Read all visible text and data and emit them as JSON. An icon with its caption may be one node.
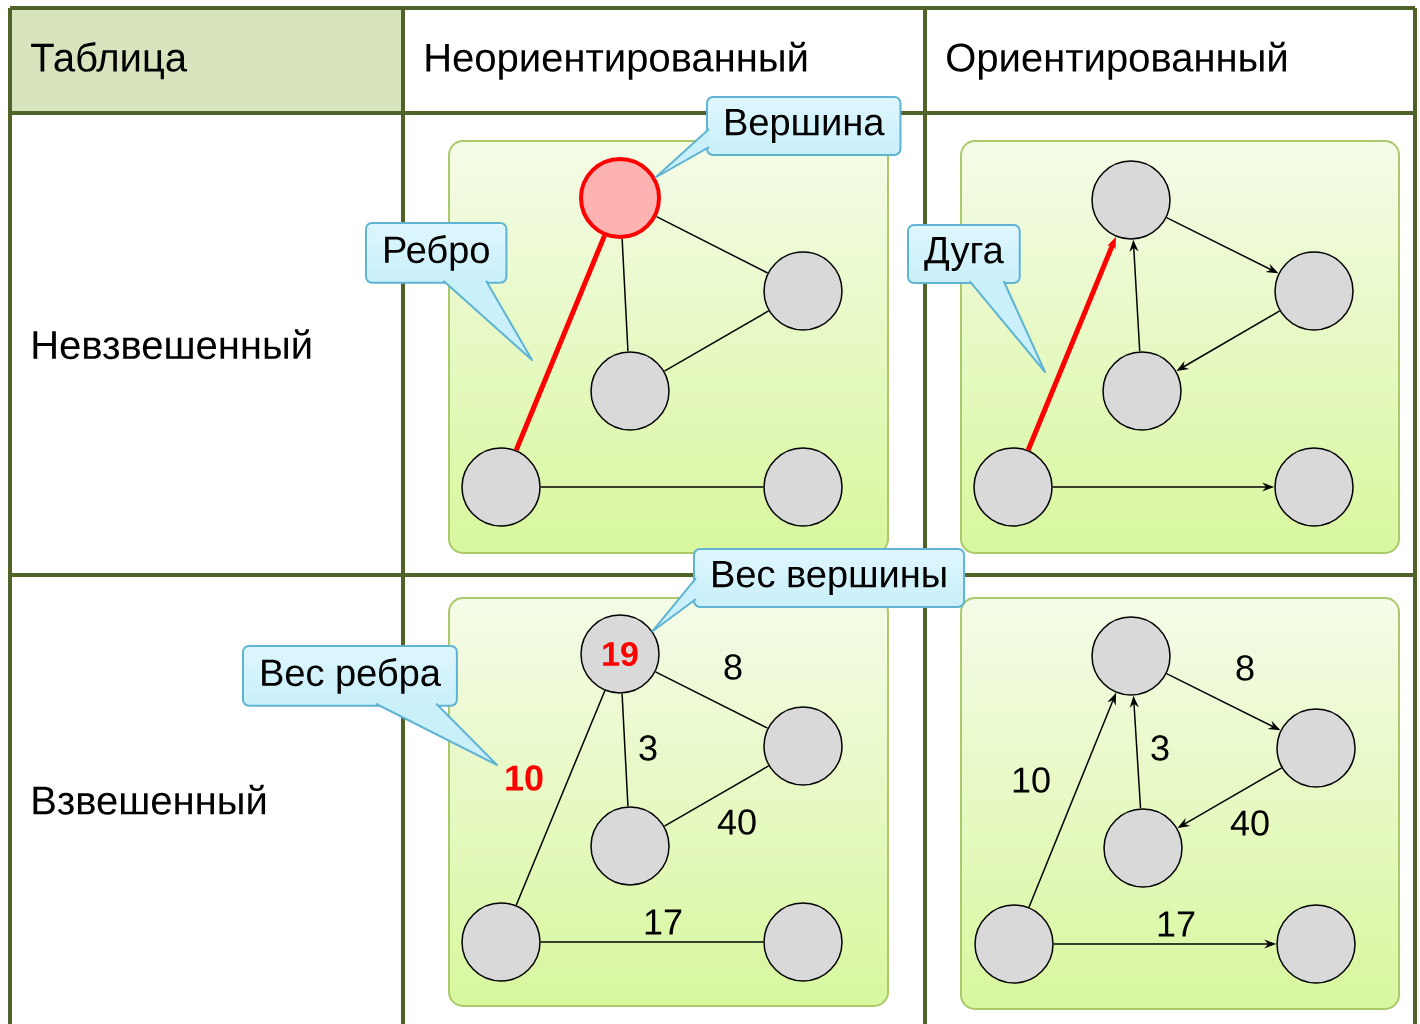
{
  "diagram": {
    "nodes": [
      {
        "text": [
          "Таблица"
        ]
      },
      {
        "text": [
          "Неориентированный"
        ]
      },
      {
        "text": [
          "Ориентированный"
        ]
      },
      {
        "text": [
          "Невзвешенный"
        ]
      },
      {
        "text": [
          "Взвешенный"
        ]
      },
      {
        "text": [],
        "shape": "box"
      },
      {
        "text": [],
        "shape": "circle",
        "in": 5
      },
      {
        "text": [],
        "shape": "circle",
        "in": 5
      },
      {
        "text": [],
        "shape": "circle",
        "in": 5
      },
      {
        "text": [],
        "shape": "circle",
        "in": 5
      },
      {
        "text": [],
        "shape": "circle",
        "in": 5
      },
      {
        "text": [],
        "shape": "box"
      },
      {
        "text": [],
        "shape": "circle",
        "in": 11
      },
      {
        "text": [],
        "shape": "circle",
        "in": 11
      },
      {
        "text": [],
        "shape": "circle",
        "in": 11
      },
      {
        "text": [],
        "shape": "circle",
        "in": 11
      },
      {
        "text": [],
        "shape": "circle",
        "in": 11
      },
      {
        "text": [],
        "shape": "box"
      },
      {
        "text": [
          "19"
        ],
        "in": 17
      },
      {
        "text": [],
        "shape": "circle",
        "in": 17
      },
      {
        "text": [],
        "shape": "circle",
        "in": 17
      },
      {
        "text": [],
        "shape": "circle",
        "in": 17
      },
      {
        "text": [],
        "shape": "circle",
        "in": 17
      },
      {
        "text": [],
        "shape": "box"
      },
      {
        "text": [],
        "shape": "circle",
        "in": 23
      },
      {
        "text": [],
        "shape": "circle",
        "in": 23
      },
      {
        "text": [],
        "shape": "circle",
        "in": 23
      },
      {
        "text": [],
        "shape": "circle",
        "in": 23
      },
      {
        "text": [],
        "shape": "circle",
        "in": 23
      },
      {
        "text": [
          "Вершина"
        ]
      },
      {
        "text": [
          "Ребро"
        ]
      },
      {
        "text": [
          "Дуга"
        ]
      },
      {
        "text": [
          "Вес вершины"
        ]
      },
      {
        "text": [
          "Вес ребра"
        ]
      }
    ],
    "edges": [
      {
        "from": 6,
        "to": 9,
        "arrow": "none",
        "style": "thick",
        "color": "#ff0000"
      },
      {
        "from": 6,
        "to": 7,
        "arrow": "none"
      },
      {
        "from": 6,
        "to": 8,
        "arrow": "none"
      },
      {
        "from": 8,
        "to": 7,
        "arrow": "none"
      },
      {
        "from": 9,
        "to": 10,
        "arrow": "none"
      },
      {
        "from": 15,
        "to": 12,
        "arrow": "to",
        "style": "thick",
        "color": "#ff0000"
      },
      {
        "from": 14,
        "to": 12,
        "arrow": "to"
      },
      {
        "from": 12,
        "to": 13,
        "arrow": "to"
      },
      {
        "from": 13,
        "to": 14,
        "arrow": "to"
      },
      {
        "from": 15,
        "to": 16,
        "arrow": "to"
      },
      {
        "from": 18,
        "to": 21,
        "arrow": "none",
        "label": "10"
      },
      {
        "from": 18,
        "to": 19,
        "arrow": "none",
        "label": "8"
      },
      {
        "from": 18,
        "to": 20,
        "arrow": "none",
        "label": "3"
      },
      {
        "from": 20,
        "to": 19,
        "arrow": "none",
        "label": "40"
      },
      {
        "from": 21,
        "to": 22,
        "arrow": "none",
        "label": "17"
      },
      {
        "from": 27,
        "to": 24,
        "arrow": "to",
        "label": "10"
      },
      {
        "from": 26,
        "to": 24,
        "arrow": "to",
        "label": "3"
      },
      {
        "from": 24,
        "to": 25,
        "arrow": "to",
        "label": "8"
      },
      {
        "from": 25,
        "to": 26,
        "arrow": "to",
        "label": "40"
      },
      {
        "from": 27,
        "to": 28,
        "arrow": "to",
        "label": "17"
      },
      {
        "from": 29,
        "to": 6,
        "arrow": "none",
        "color": "#5fb3d3"
      },
      {
        "from": 32,
        "to": 18,
        "arrow": "none",
        "color": "#5fb3d3"
      }
    ]
  }
}
